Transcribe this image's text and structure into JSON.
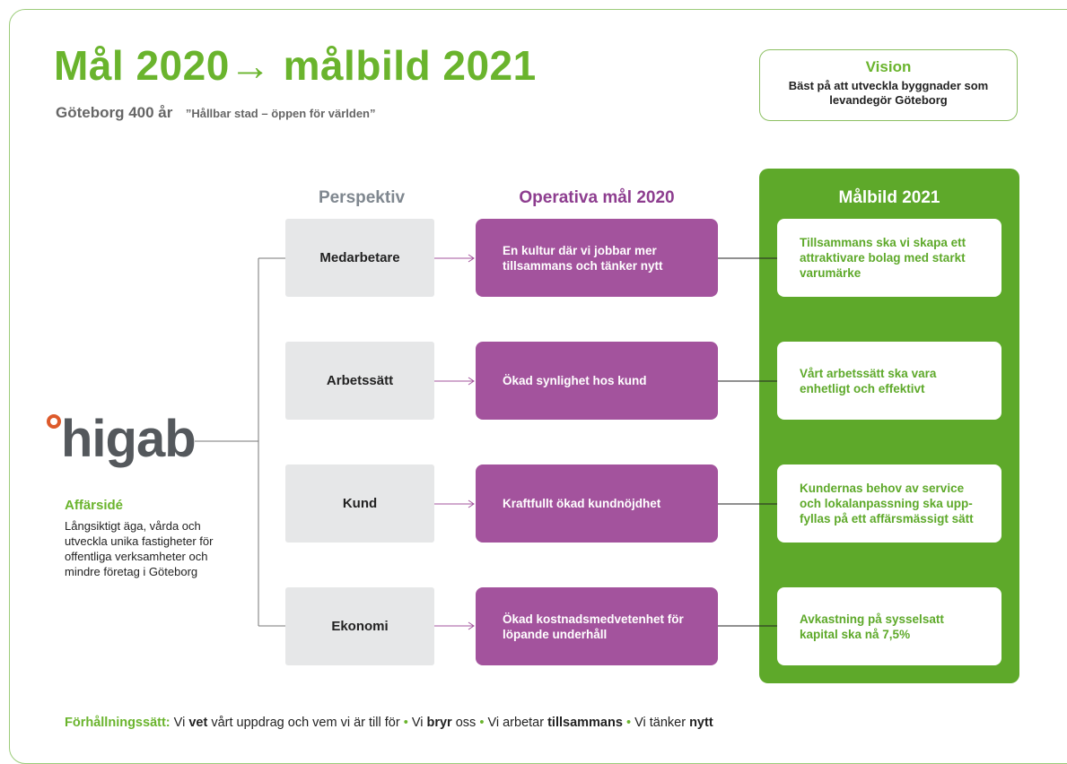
{
  "title": "Mål 2020→ målbild 2021",
  "subtitle": {
    "city": "Göteborg 400 år",
    "quote": "”Hållbar stad – öppen för världen”"
  },
  "vision": {
    "heading": "Vision",
    "text": "Bäst på att utveckla byggnader som levandegör Göteborg"
  },
  "columns": {
    "perspective": "Perspektiv",
    "operative": "Operativa mål 2020",
    "goal": "Målbild 2021"
  },
  "rows": [
    {
      "perspective": "Medarbetare",
      "operative": "En kultur där vi jobbar mer tillsammans och tänker nytt",
      "goal": "Tillsammans ska vi skapa ett attraktivare bolag med starkt varumärke"
    },
    {
      "perspective": "Arbetssätt",
      "operative": "Ökad synlighet hos kund",
      "goal": "Vårt arbetssätt ska vara enhetligt och effektivt"
    },
    {
      "perspective": "Kund",
      "operative": "Kraftfullt ökad kundnöjdhet",
      "goal": "Kundernas behov av service och lokalanpassning ska upp-fyllas på ett affärsmässigt sätt"
    },
    {
      "perspective": "Ekonomi",
      "operative": "Ökad kostnadsmedvetenhet för löpande underhåll",
      "goal": "Avkastning på sysselsatt kapital ska nå 7,5%"
    }
  ],
  "logo": {
    "text": "higab"
  },
  "business_idea": {
    "heading": "Affärsidé",
    "text": "Långsiktigt äga, vårda och utveckla unika fastigheter för offentliga verksamheter och mindre företag i Göteborg"
  },
  "footer": {
    "label": "Förhållningssätt:",
    "p1": "Vi",
    "b1": "vet",
    "p2": "vårt uppdrag och vem vi är till för",
    "p3": "Vi",
    "b2": "bryr",
    "p4": "oss",
    "p5": "Vi arbetar",
    "b3": "tillsammans",
    "p6": "Vi tänker",
    "b4": "nytt",
    "bullet": "•"
  },
  "colors": {
    "green": "#6ab42d",
    "goal_green": "#5ea92a",
    "purple": "#a3539d",
    "gray_box": "#e6e7e8",
    "logo_orange": "#dd5a2b",
    "logo_gray": "#54585c"
  }
}
